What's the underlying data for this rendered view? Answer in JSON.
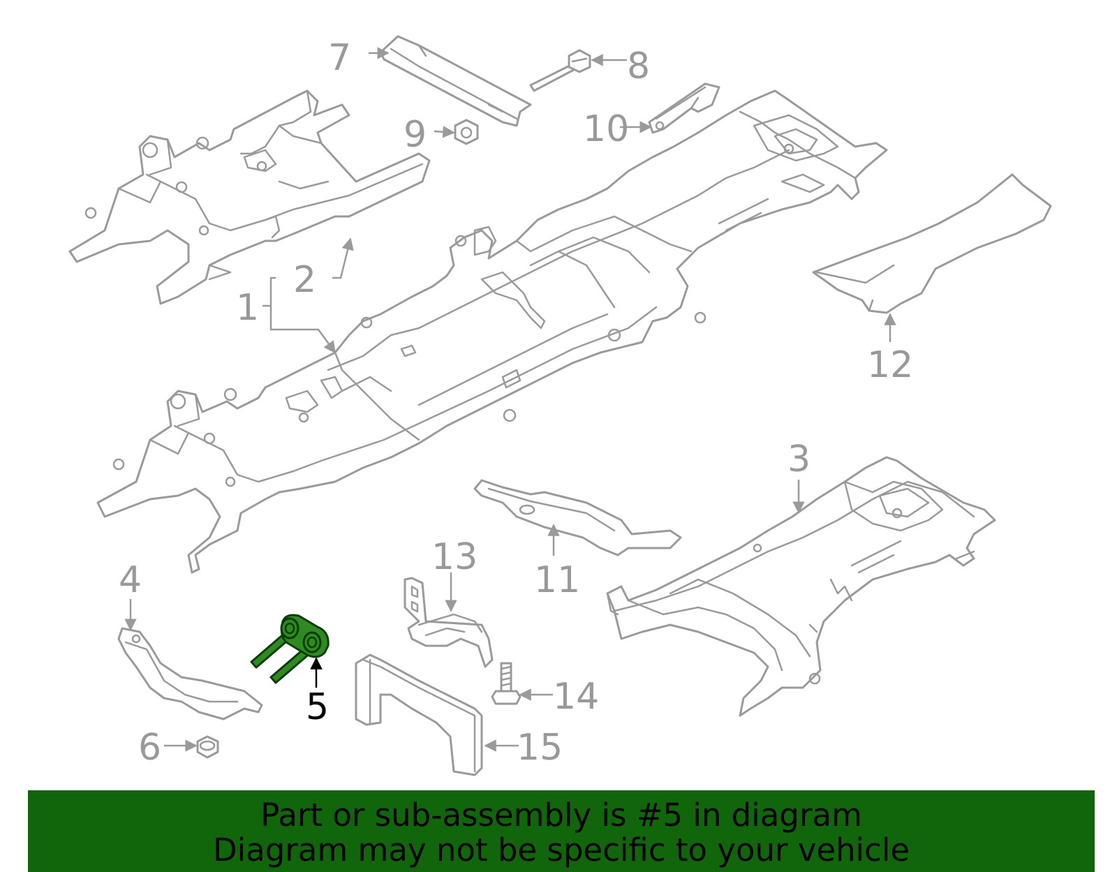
{
  "diagram": {
    "callouts": {
      "c1": "1",
      "c2": "2",
      "c3": "3",
      "c4": "4",
      "c5": "5",
      "c6": "6",
      "c7": "7",
      "c8": "8",
      "c9": "9",
      "c10": "10",
      "c11": "11",
      "c12": "12",
      "c13": "13",
      "c14": "14",
      "c15": "15"
    },
    "highlighted_part": "5",
    "colors": {
      "line": "#9a9a9a",
      "highlight_fill": "#2f8a22",
      "highlight_stroke": "#0b3d06",
      "banner": "#11660b"
    }
  },
  "banner": {
    "line1": "Part or sub-assembly is #5 in diagram",
    "line2": "Diagram may not be specific to your vehicle"
  }
}
